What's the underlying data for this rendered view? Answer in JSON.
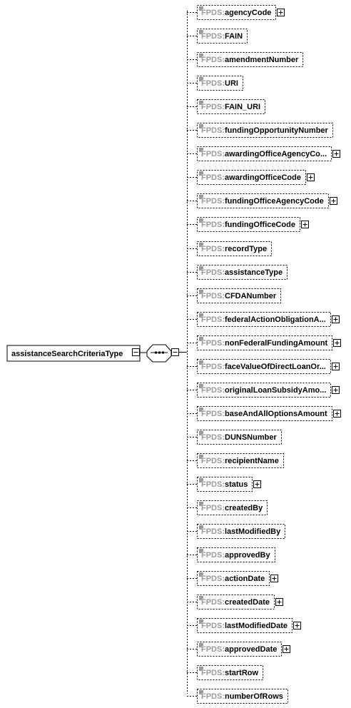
{
  "root": {
    "label": "assistanceSearchCriteriaType"
  },
  "prefix": "FPDS:",
  "elements": [
    {
      "name": "agencyCode",
      "expandable": true
    },
    {
      "name": "FAIN",
      "expandable": false
    },
    {
      "name": "amendmentNumber",
      "expandable": false
    },
    {
      "name": "URI",
      "expandable": false
    },
    {
      "name": "FAIN_URI",
      "expandable": false
    },
    {
      "name": "fundingOpportunityNumber",
      "expandable": false
    },
    {
      "name": "awardingOfficeAgencyCo...",
      "expandable": true
    },
    {
      "name": "awardingOfficeCode",
      "expandable": true
    },
    {
      "name": "fundingOfficeAgencyCode",
      "expandable": true
    },
    {
      "name": "fundingOfficeCode",
      "expandable": true
    },
    {
      "name": "recordType",
      "expandable": false
    },
    {
      "name": "assistanceType",
      "expandable": false
    },
    {
      "name": "CFDANumber",
      "expandable": false
    },
    {
      "name": "federalActionObligationA...",
      "expandable": true
    },
    {
      "name": "nonFederalFundingAmount",
      "expandable": true
    },
    {
      "name": "faceValueOfDirectLoanOr...",
      "expandable": true
    },
    {
      "name": "originalLoanSubsidyAmo...",
      "expandable": true
    },
    {
      "name": "baseAndAllOptionsAmount",
      "expandable": true
    },
    {
      "name": "DUNSNumber",
      "expandable": false
    },
    {
      "name": "recipientName",
      "expandable": false
    },
    {
      "name": "status",
      "expandable": true
    },
    {
      "name": "createdBy",
      "expandable": false
    },
    {
      "name": "lastModifiedBy",
      "expandable": false
    },
    {
      "name": "approvedBy",
      "expandable": false
    },
    {
      "name": "actionDate",
      "expandable": true
    },
    {
      "name": "createdDate",
      "expandable": true
    },
    {
      "name": "lastModifiedDate",
      "expandable": true
    },
    {
      "name": "approvedDate",
      "expandable": true
    },
    {
      "name": "startRow",
      "expandable": false
    },
    {
      "name": "numberOfRows",
      "expandable": false
    }
  ]
}
